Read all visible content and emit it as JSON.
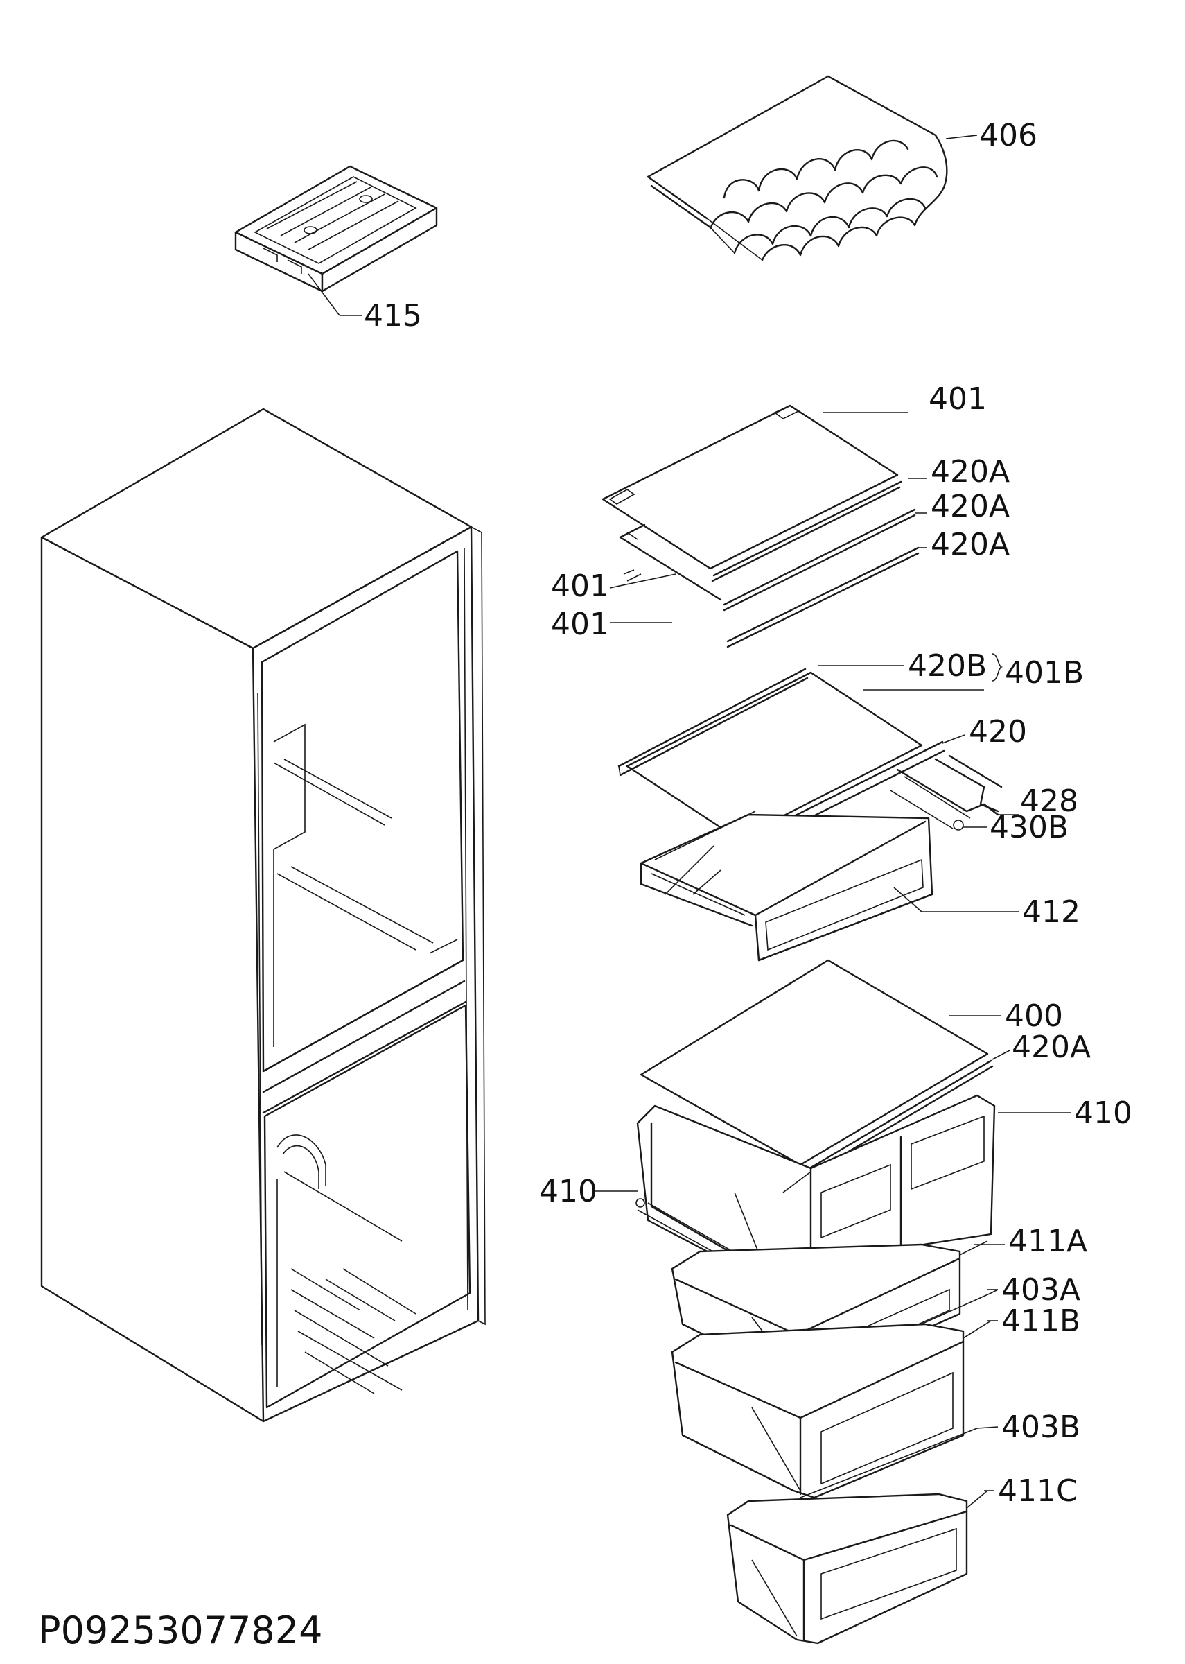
{
  "document_code": "P09253077824",
  "callouts": [
    {
      "id": "c406",
      "text": "406"
    },
    {
      "id": "c415",
      "text": "415"
    },
    {
      "id": "c401a",
      "text": "401"
    },
    {
      "id": "c420a1",
      "text": "420A"
    },
    {
      "id": "c420a2",
      "text": "420A"
    },
    {
      "id": "c420a3",
      "text": "420A"
    },
    {
      "id": "c401b",
      "text": "401"
    },
    {
      "id": "c401c",
      "text": "401"
    },
    {
      "id": "c420b",
      "text": "420B"
    },
    {
      "id": "c401B",
      "text": "401B"
    },
    {
      "id": "c420",
      "text": "420"
    },
    {
      "id": "c428",
      "text": "428"
    },
    {
      "id": "c430B",
      "text": "430B"
    },
    {
      "id": "c412",
      "text": "412"
    },
    {
      "id": "c400",
      "text": "400"
    },
    {
      "id": "c420a4",
      "text": "420A"
    },
    {
      "id": "c410r",
      "text": "410"
    },
    {
      "id": "c410l",
      "text": "410"
    },
    {
      "id": "c411A",
      "text": "411A"
    },
    {
      "id": "c403A",
      "text": "403A"
    },
    {
      "id": "c411B",
      "text": "411B"
    },
    {
      "id": "c403B",
      "text": "403B"
    },
    {
      "id": "c411C",
      "text": "411C"
    }
  ]
}
